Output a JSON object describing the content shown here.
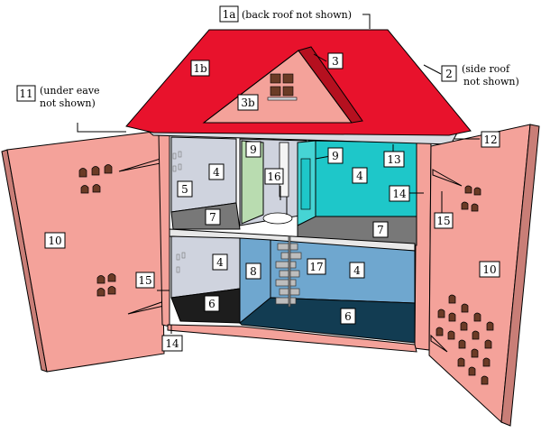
{
  "colors": {
    "roof": "#e8122c",
    "gable": "#f4a29a",
    "door": "#f4a29a",
    "wall_grey": "#cfd3de",
    "wall_cyan": "#1ec7c9",
    "wall_blue": "#6fa7cf",
    "floor_grey": "#787878",
    "floor_black": "#1d1d1d",
    "floor_navy": "#123c52",
    "window_brown": "#6b3b26",
    "trim_grey": "#d9dde3"
  },
  "labels": {
    "l1a": "1a",
    "l1b": "1b",
    "l2": "2",
    "l3": "3",
    "l3b": "3b",
    "l4a": "4",
    "l4b": "4",
    "l4c": "4",
    "l4d": "4",
    "l5": "5",
    "l6a": "6",
    "l6b": "6",
    "l7a": "7",
    "l7b": "7",
    "l8": "8",
    "l9a": "9",
    "l9b": "9",
    "l10a": "10",
    "l10b": "10",
    "l11": "11",
    "l12": "12",
    "l13": "13",
    "l14a": "14",
    "l14b": "14",
    "l15a": "15",
    "l15b": "15",
    "l16": "16",
    "l17": "17"
  },
  "notes": {
    "back_roof": "(back roof not shown)",
    "side_roof_1": "(side roof",
    "side_roof_2": "not shown)",
    "under_eave_1": "(under eave",
    "under_eave_2": "not shown)"
  }
}
